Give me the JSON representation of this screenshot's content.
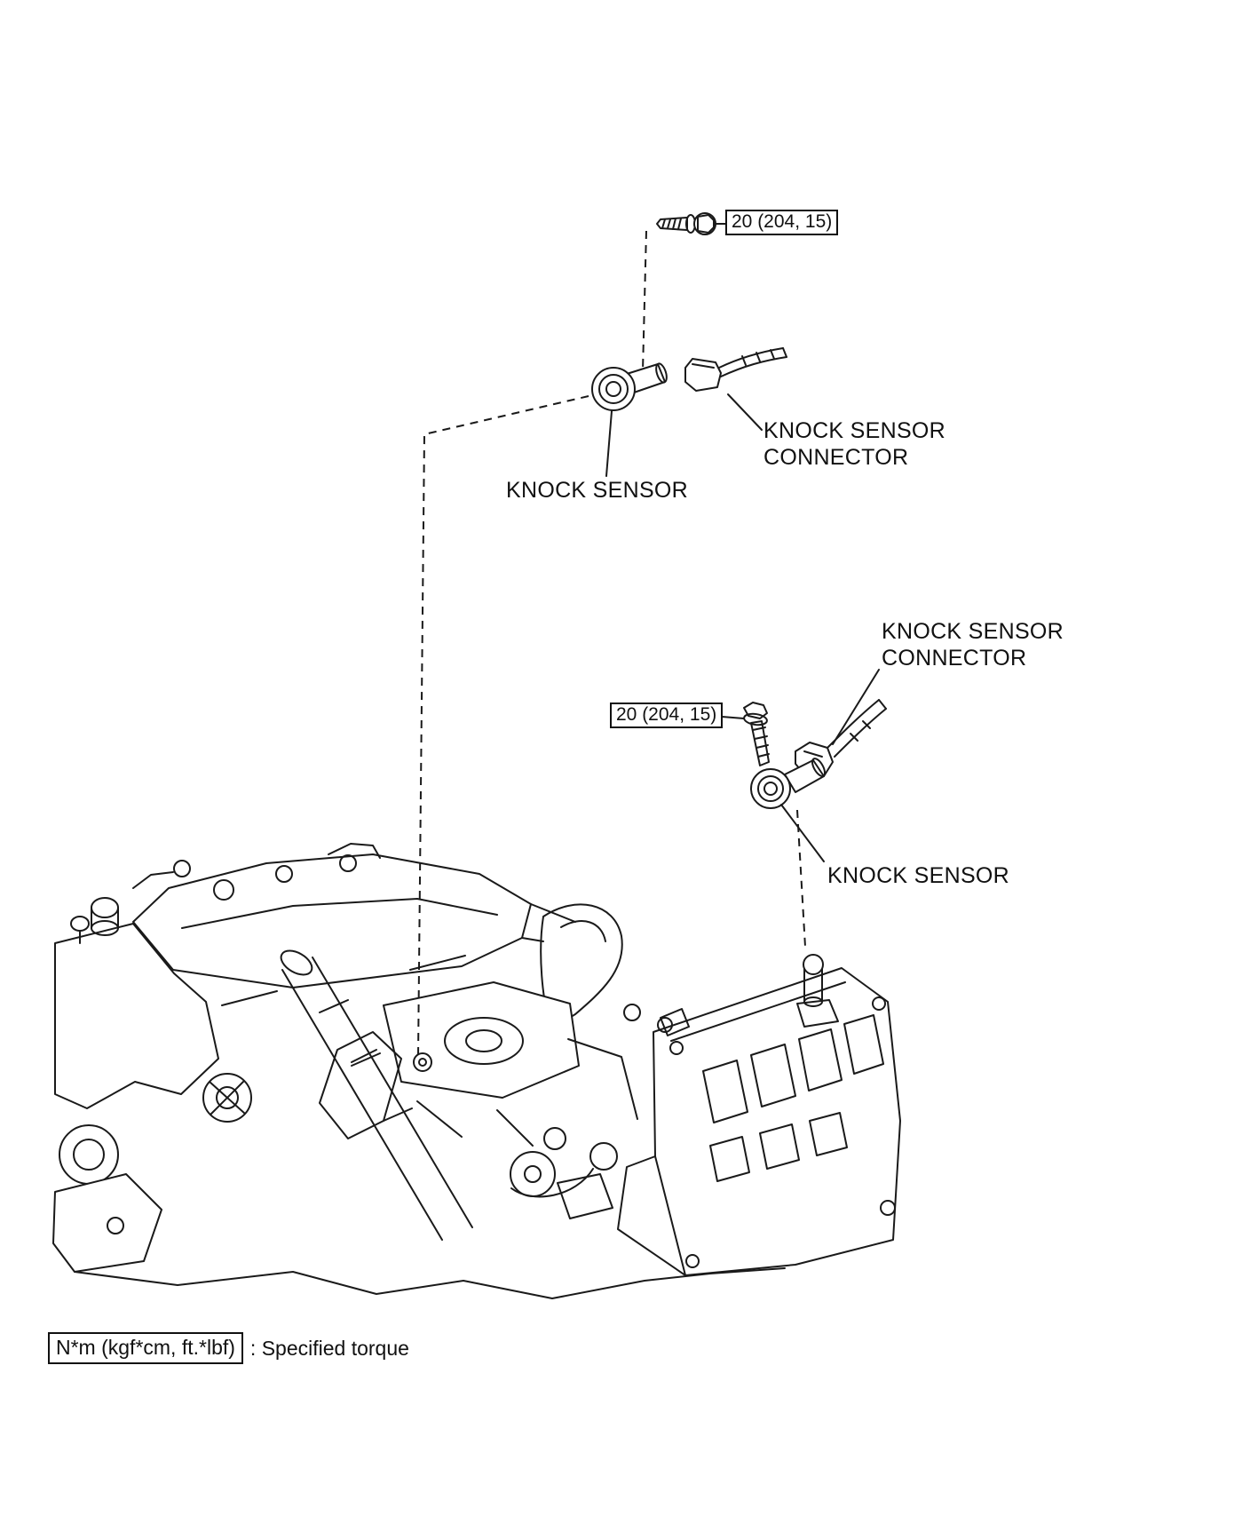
{
  "page": {
    "background": "#ffffff",
    "line_color": "#1a1a1a"
  },
  "annotations": {
    "torque_top": "20 (204, 15)",
    "torque_bottom": "20 (204, 15)",
    "connector_top": {
      "line1": "KNOCK SENSOR",
      "line2": "CONNECTOR"
    },
    "sensor_top": "KNOCK SENSOR",
    "connector_bottom": {
      "line1": "KNOCK SENSOR",
      "line2": "CONNECTOR"
    },
    "sensor_bottom": "KNOCK SENSOR"
  },
  "legend": {
    "units": "N*m (kgf*cm, ft.*lbf)",
    "description": ": Specified torque"
  }
}
